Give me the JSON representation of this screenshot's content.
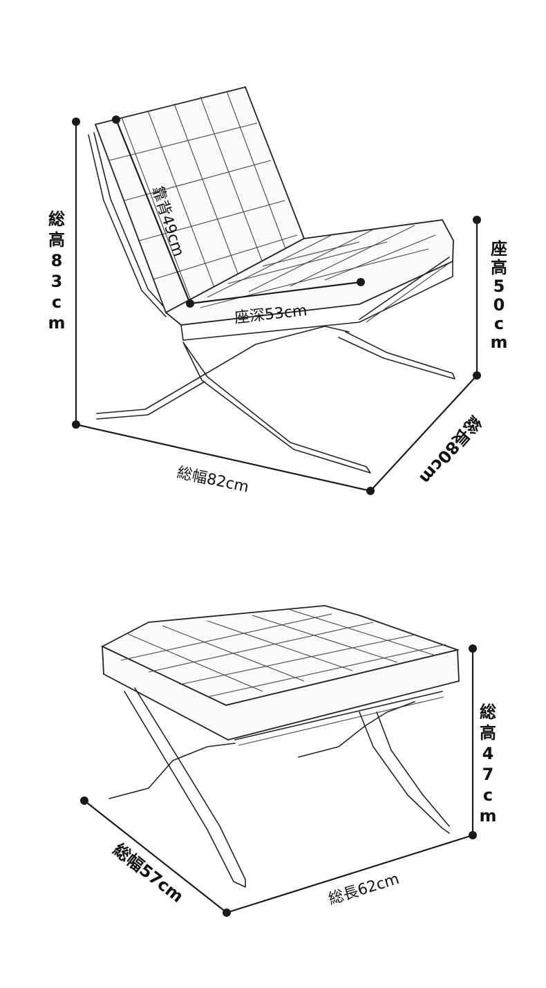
{
  "chair": {
    "total_height": "総高83cm",
    "backrest": "靠背49cm",
    "seat_depth": "座深53cm",
    "seat_height": "座高50cm",
    "total_width": "総幅82cm",
    "total_length": "総長80cm"
  },
  "ottoman": {
    "total_height": "総高47cm",
    "total_width": "総幅57cm",
    "total_length": "総長62cm"
  }
}
